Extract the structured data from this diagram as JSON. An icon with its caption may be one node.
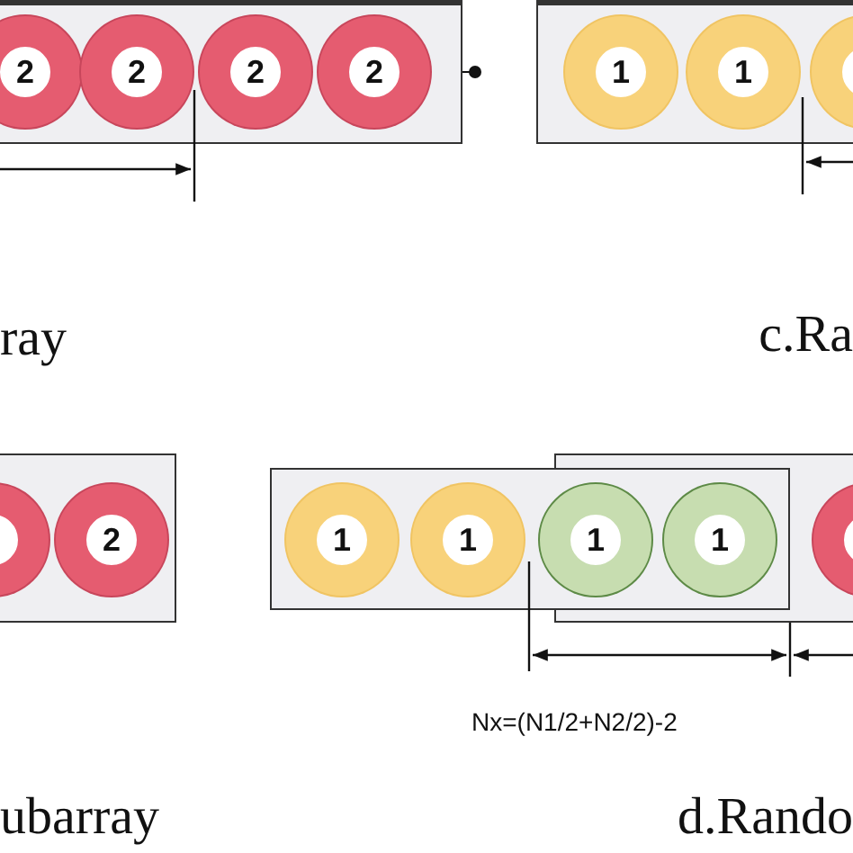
{
  "diagram": {
    "nodes": [
      {
        "text": [
          "2"
        ]
      },
      {
        "text": [
          "2"
        ]
      },
      {
        "text": [
          "2"
        ]
      },
      {
        "text": [
          "2"
        ]
      },
      {
        "text": [
          "1"
        ]
      },
      {
        "text": [
          "1"
        ]
      },
      {
        "text": [],
        "shape": "circle"
      },
      {
        "text": [],
        "shape": "circle"
      },
      {
        "text": [
          "2"
        ]
      },
      {
        "text": [
          "1"
        ]
      },
      {
        "text": [
          "1"
        ]
      },
      {
        "text": [
          "1"
        ]
      },
      {
        "text": [
          "1"
        ]
      },
      {
        "text": [],
        "shape": "circle"
      }
    ],
    "labels": [
      "ray",
      "c.Ra",
      "Nx=(N1/2+N2/2)-2",
      "ubarray",
      "d.Rando"
    ]
  }
}
